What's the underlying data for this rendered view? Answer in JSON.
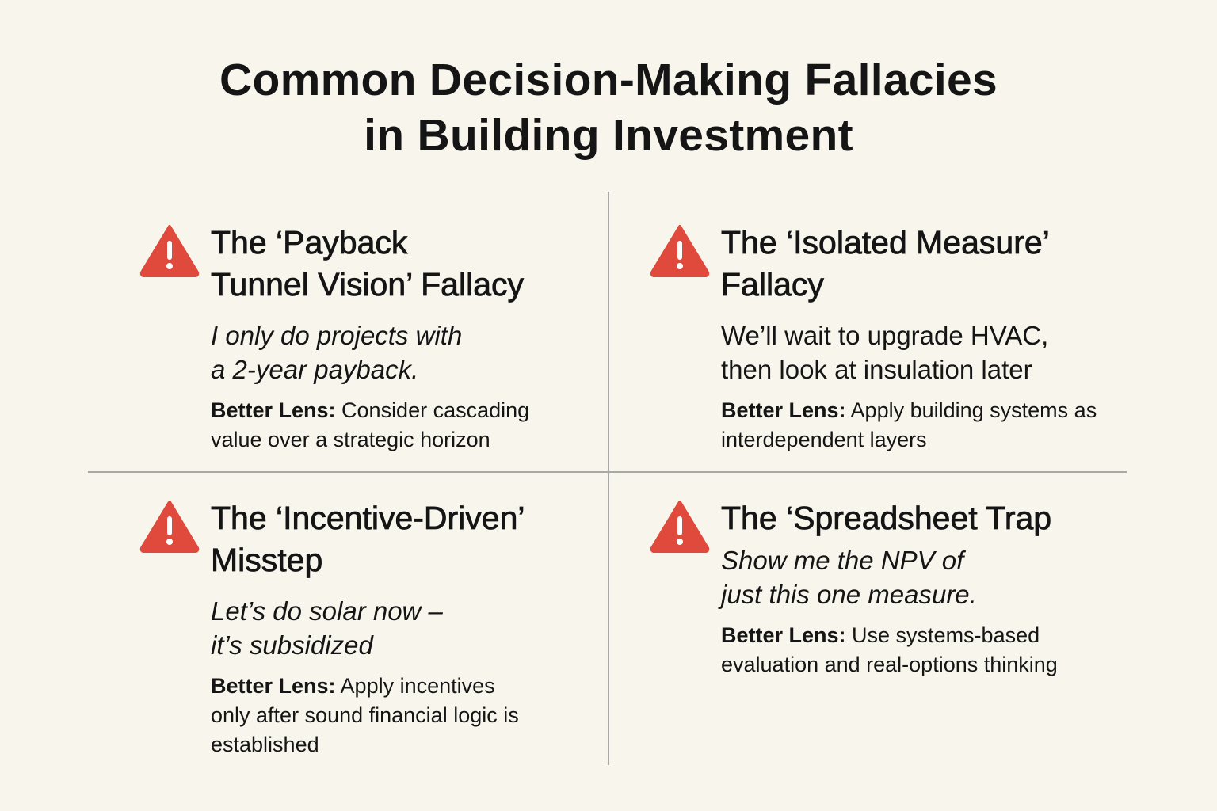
{
  "title": {
    "line1": "Common Decision-Making Fallacies",
    "line2": "in Building Investment"
  },
  "colors": {
    "background": "#f8f6ec",
    "warning": "#e04a3c",
    "divider": "#a8a8a4"
  },
  "fallacies": [
    {
      "icon": "warning-icon",
      "heading_line1": "The ‘Payback",
      "heading_line2": "Tunnel Vision’ Fallacy",
      "quote_line1": "I only do projects with",
      "quote_line2": "a 2-year payback.",
      "lens_label": "Better Lens:",
      "lens_text": " Consider cascading value over a strategic horizon"
    },
    {
      "icon": "warning-icon",
      "heading_line1": "The ‘Isolated Measure’",
      "heading_line2": "Fallacy",
      "quote_line1": "We’ll wait to upgrade HVAC,",
      "quote_line2": "then look at insulation later",
      "lens_label": "Better Lens:",
      "lens_text": " Apply building systems as interdependent layers"
    },
    {
      "icon": "warning-icon",
      "heading_line1": "The ‘Incentive-Driven’",
      "heading_line2": "Misstep",
      "quote_line1": "Let’s do solar now –",
      "quote_line2": "it’s subsidized",
      "lens_label": "Better Lens:",
      "lens_text": " Apply incentives only after sound financial logic is established"
    },
    {
      "icon": "warning-icon",
      "heading_line1": "The ‘Spreadsheet Trap",
      "quote_line1": "Show me the NPV of",
      "quote_line2": "just this one measure.",
      "lens_label": "Better Lens:",
      "lens_text": " Use systems-based evaluation and real-options thinking"
    }
  ]
}
